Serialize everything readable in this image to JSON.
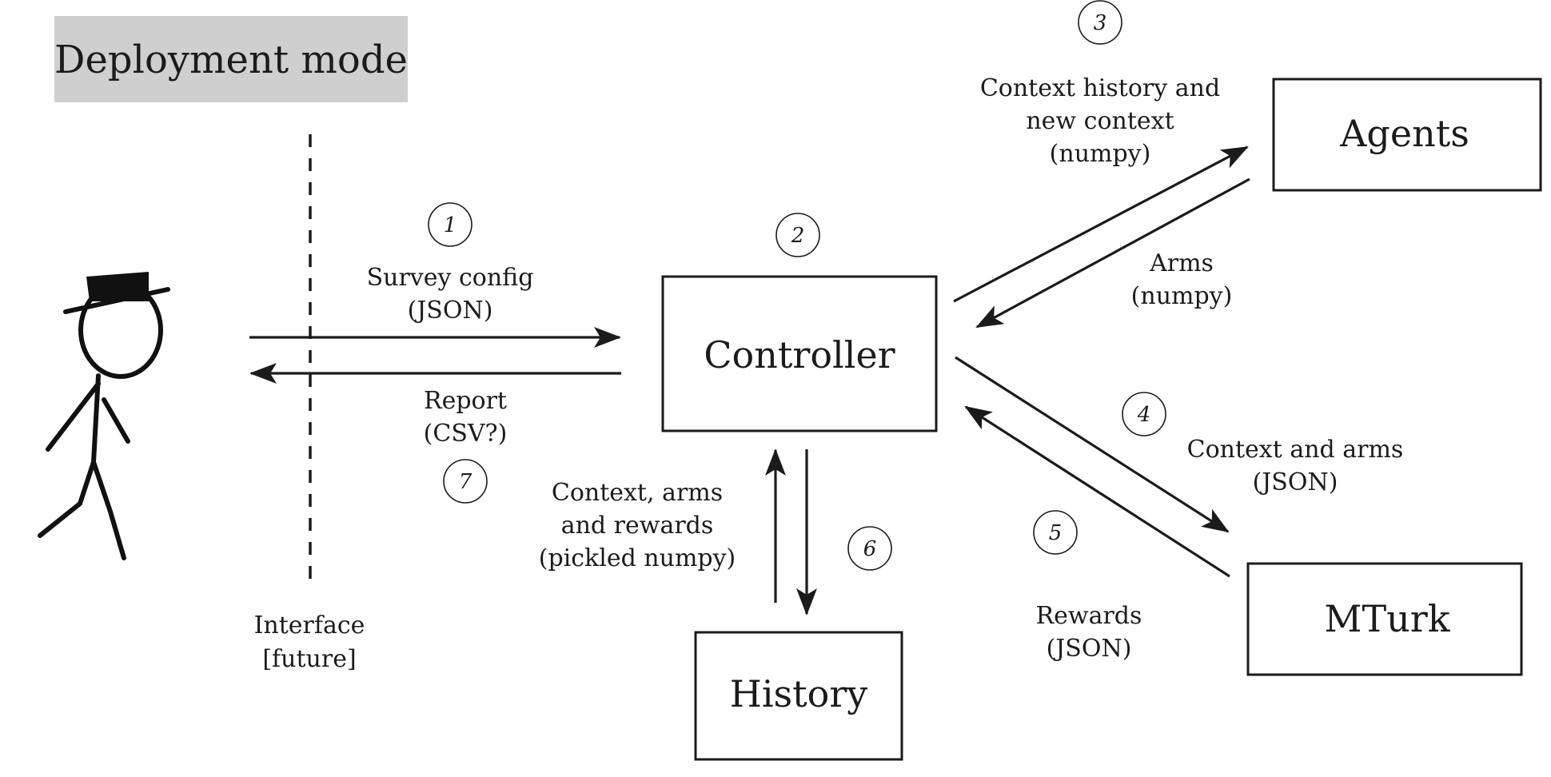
{
  "title": "Deployment mode",
  "nodes": {
    "controller": "Controller",
    "agents": "Agents",
    "mturk": "MTurk",
    "history": "History"
  },
  "interface_label": [
    "Interface",
    "[future]"
  ],
  "edges": {
    "survey_config": [
      "Survey config",
      "(JSON)"
    ],
    "report": [
      "Report",
      "(CSV?)"
    ],
    "context_to_agents": [
      "Context history and",
      "new context",
      "(numpy)"
    ],
    "arms_from_agents": [
      "Arms",
      "(numpy)"
    ],
    "context_to_mturk": [
      "Context  and arms",
      "(JSON)"
    ],
    "rewards_from_mturk": [
      "Rewards",
      "(JSON)"
    ],
    "history_exchange": [
      "Context, arms",
      "and rewards",
      "(pickled numpy)"
    ]
  },
  "steps": [
    "1",
    "2",
    "3",
    "4",
    "5",
    "6",
    "7"
  ],
  "colors": {
    "title_bg": "#cfcfcf",
    "ink": "#1b1b1b",
    "background": "#ffffff"
  }
}
